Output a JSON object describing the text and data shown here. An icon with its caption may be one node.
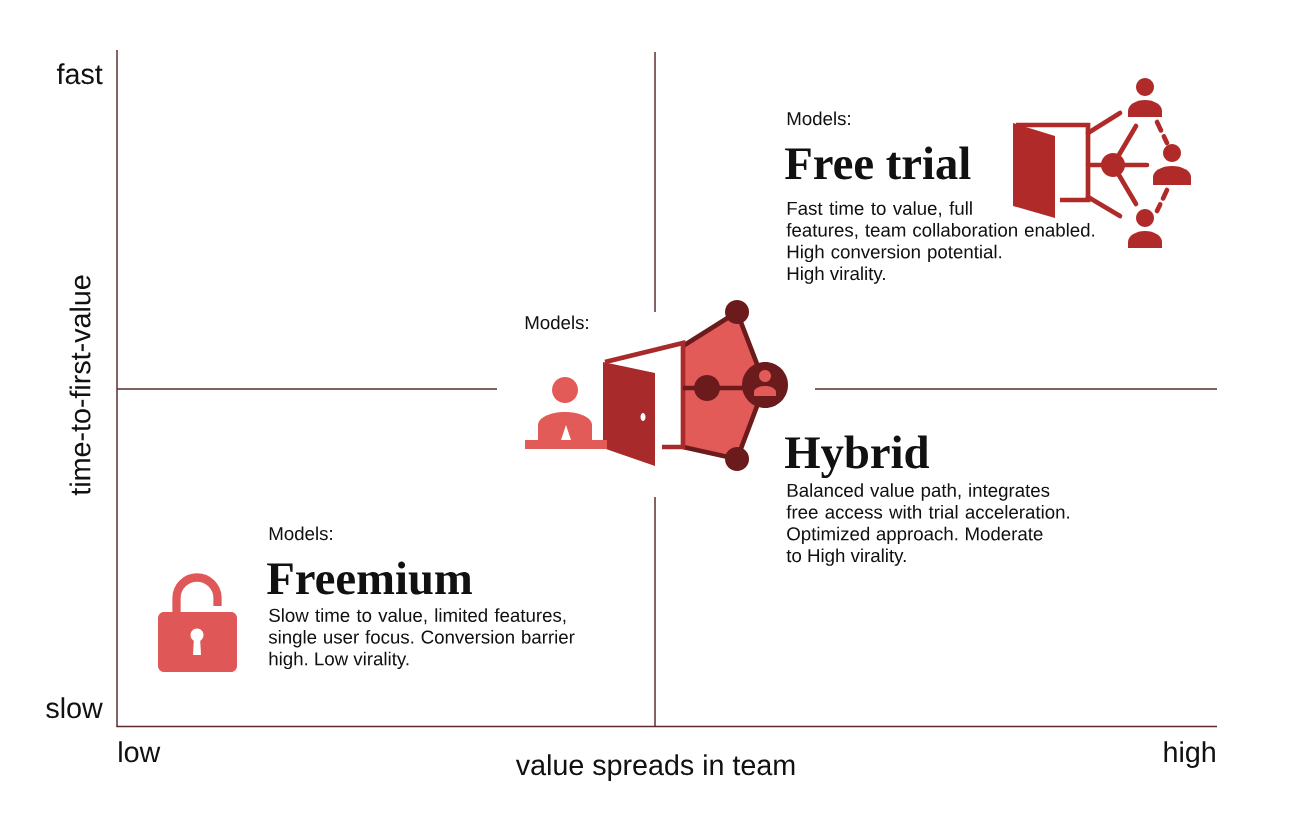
{
  "diagram": {
    "labels": [
      "fast",
      "time-to-first-value",
      "slow",
      "Models:",
      "Free trial",
      "Fast time to value, full features, team collaboration enabled. High conversion potential. High virality.",
      "Models:",
      "Hybrid",
      "Balanced value path, integrates free access with trial acceleration. Optimized approach. Moderate to High virality.",
      "Models:",
      "Freemium",
      "Slow time to value, limited features, single user focus. Conversion barrier high. Low virality.",
      "low",
      "value spreads in team",
      "high"
    ]
  }
}
